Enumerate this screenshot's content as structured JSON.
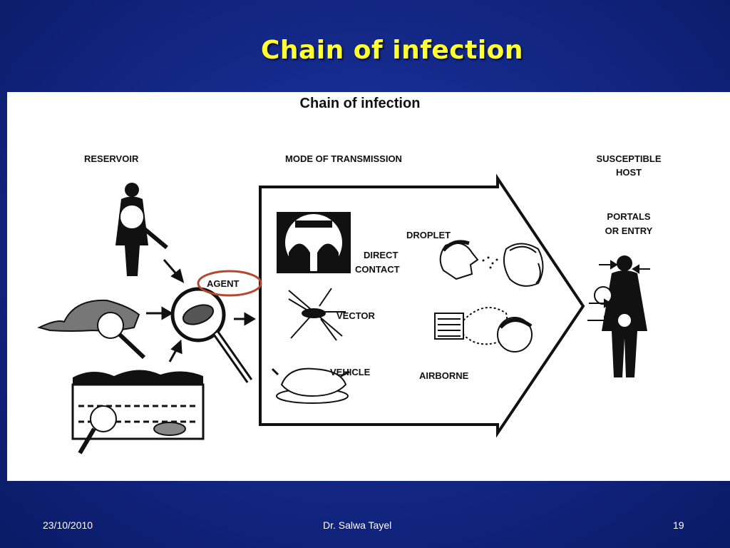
{
  "slide": {
    "title": "Chain of infection"
  },
  "figure": {
    "title": "Chain of infection",
    "labels": {
      "reservoir": "RESERVOIR",
      "mode_of_transmission": "MODE OF TRANSMISSION",
      "susceptible_host_line1": "SUSCEPTIBLE",
      "susceptible_host_line2": "HOST",
      "portals_line1": "PORTALS",
      "portals_line2": "OR ENTRY",
      "agent": "AGENT",
      "droplet": "DROPLET",
      "direct_line1": "DIRECT",
      "direct_line2": "CONTACT",
      "vector": "VECTOR",
      "vehicle": "VEHICLE",
      "airborne": "AIRBORNE"
    },
    "highlight_color": "#b5472d"
  },
  "footer": {
    "date": "23/10/2010",
    "author": "Dr. Salwa Tayel",
    "page": "19"
  }
}
